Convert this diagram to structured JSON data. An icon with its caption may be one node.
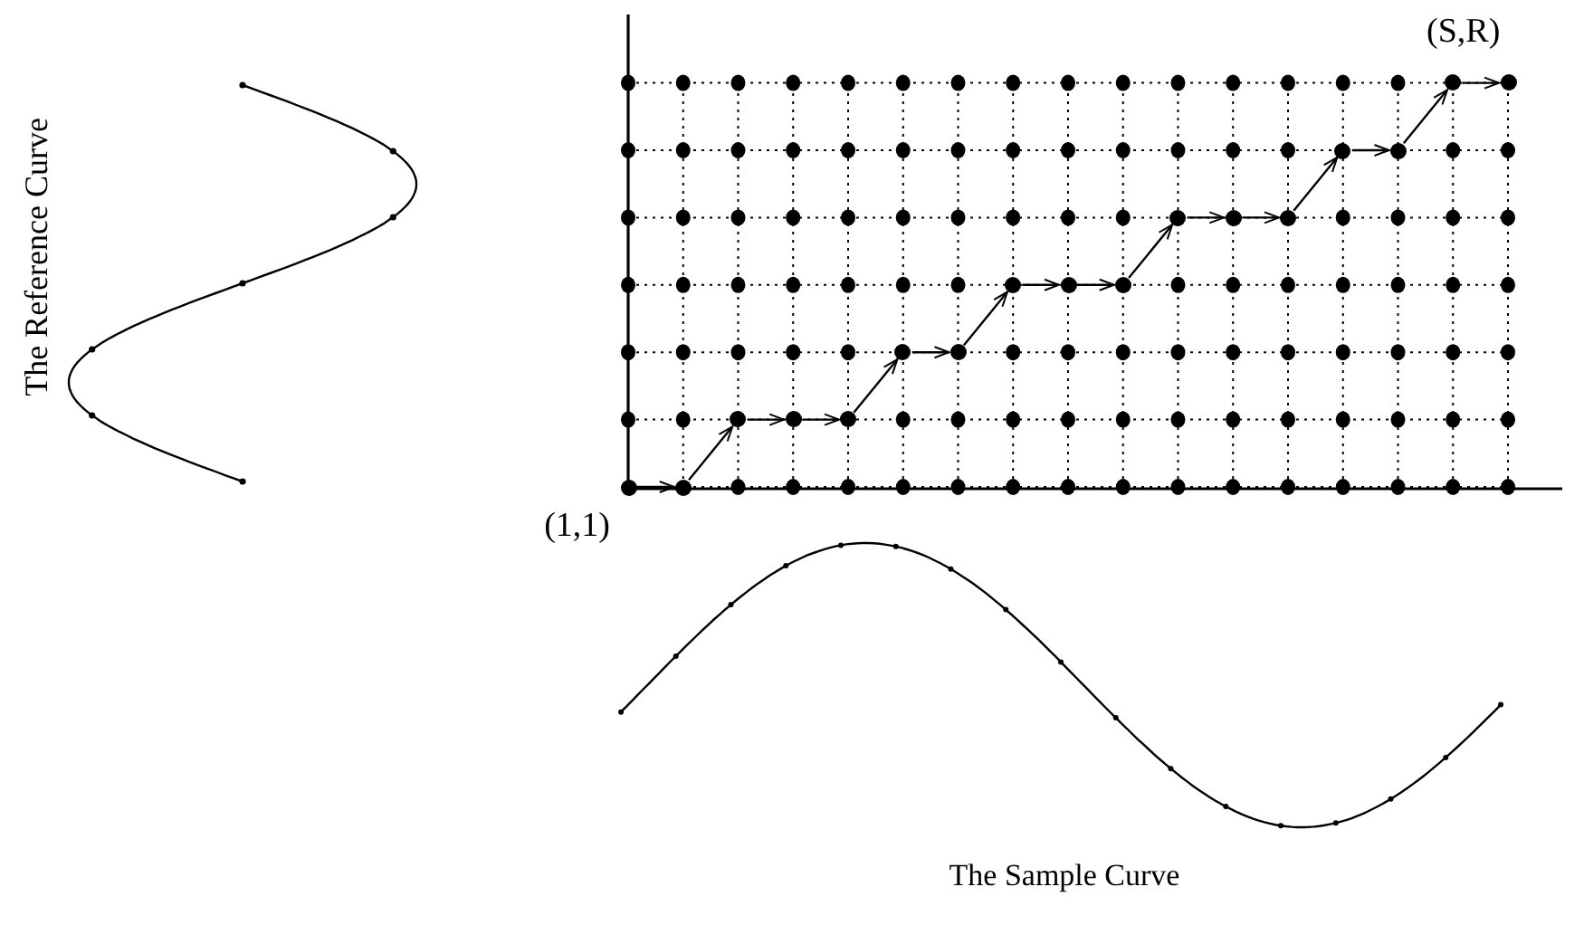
{
  "diagram": {
    "nodes": [
      {
        "text": [],
        "shape": "circle",
        "beside": [
          "(1,1)"
        ]
      },
      {
        "text": [],
        "shape": "circle"
      },
      {
        "text": [],
        "shape": "circle"
      },
      {
        "text": [],
        "shape": "circle"
      },
      {
        "text": [],
        "shape": "circle"
      },
      {
        "text": [],
        "shape": "circle"
      },
      {
        "text": [],
        "shape": "circle"
      },
      {
        "text": [],
        "shape": "circle"
      },
      {
        "text": [],
        "shape": "circle"
      },
      {
        "text": [],
        "shape": "circle"
      },
      {
        "text": [],
        "shape": "circle"
      },
      {
        "text": [],
        "shape": "circle"
      },
      {
        "text": [],
        "shape": "circle"
      },
      {
        "text": [],
        "shape": "circle"
      },
      {
        "text": [],
        "shape": "circle"
      },
      {
        "text": [],
        "shape": "circle"
      },
      {
        "text": [],
        "shape": "circle",
        "beside": [
          "(S,R)"
        ]
      }
    ],
    "edges": [
      {
        "from": 0,
        "to": 1,
        "arrow": "to"
      },
      {
        "from": 1,
        "to": 2,
        "arrow": "to"
      },
      {
        "from": 2,
        "to": 3,
        "arrow": "to"
      },
      {
        "from": 3,
        "to": 4,
        "arrow": "to"
      },
      {
        "from": 4,
        "to": 5,
        "arrow": "to"
      },
      {
        "from": 5,
        "to": 6,
        "arrow": "to"
      },
      {
        "from": 6,
        "to": 7,
        "arrow": "to"
      },
      {
        "from": 7,
        "to": 8,
        "arrow": "to"
      },
      {
        "from": 8,
        "to": 9,
        "arrow": "to"
      },
      {
        "from": 9,
        "to": 10,
        "arrow": "to"
      },
      {
        "from": 10,
        "to": 11,
        "arrow": "to"
      },
      {
        "from": 11,
        "to": 12,
        "arrow": "to"
      },
      {
        "from": 12,
        "to": 13,
        "arrow": "to"
      },
      {
        "from": 13,
        "to": 14,
        "arrow": "to"
      },
      {
        "from": 14,
        "to": 15,
        "arrow": "to"
      },
      {
        "from": 15,
        "to": 16,
        "arrow": "to"
      }
    ],
    "labels": [
      "The Reference Curve",
      "The Sample Curve"
    ]
  }
}
